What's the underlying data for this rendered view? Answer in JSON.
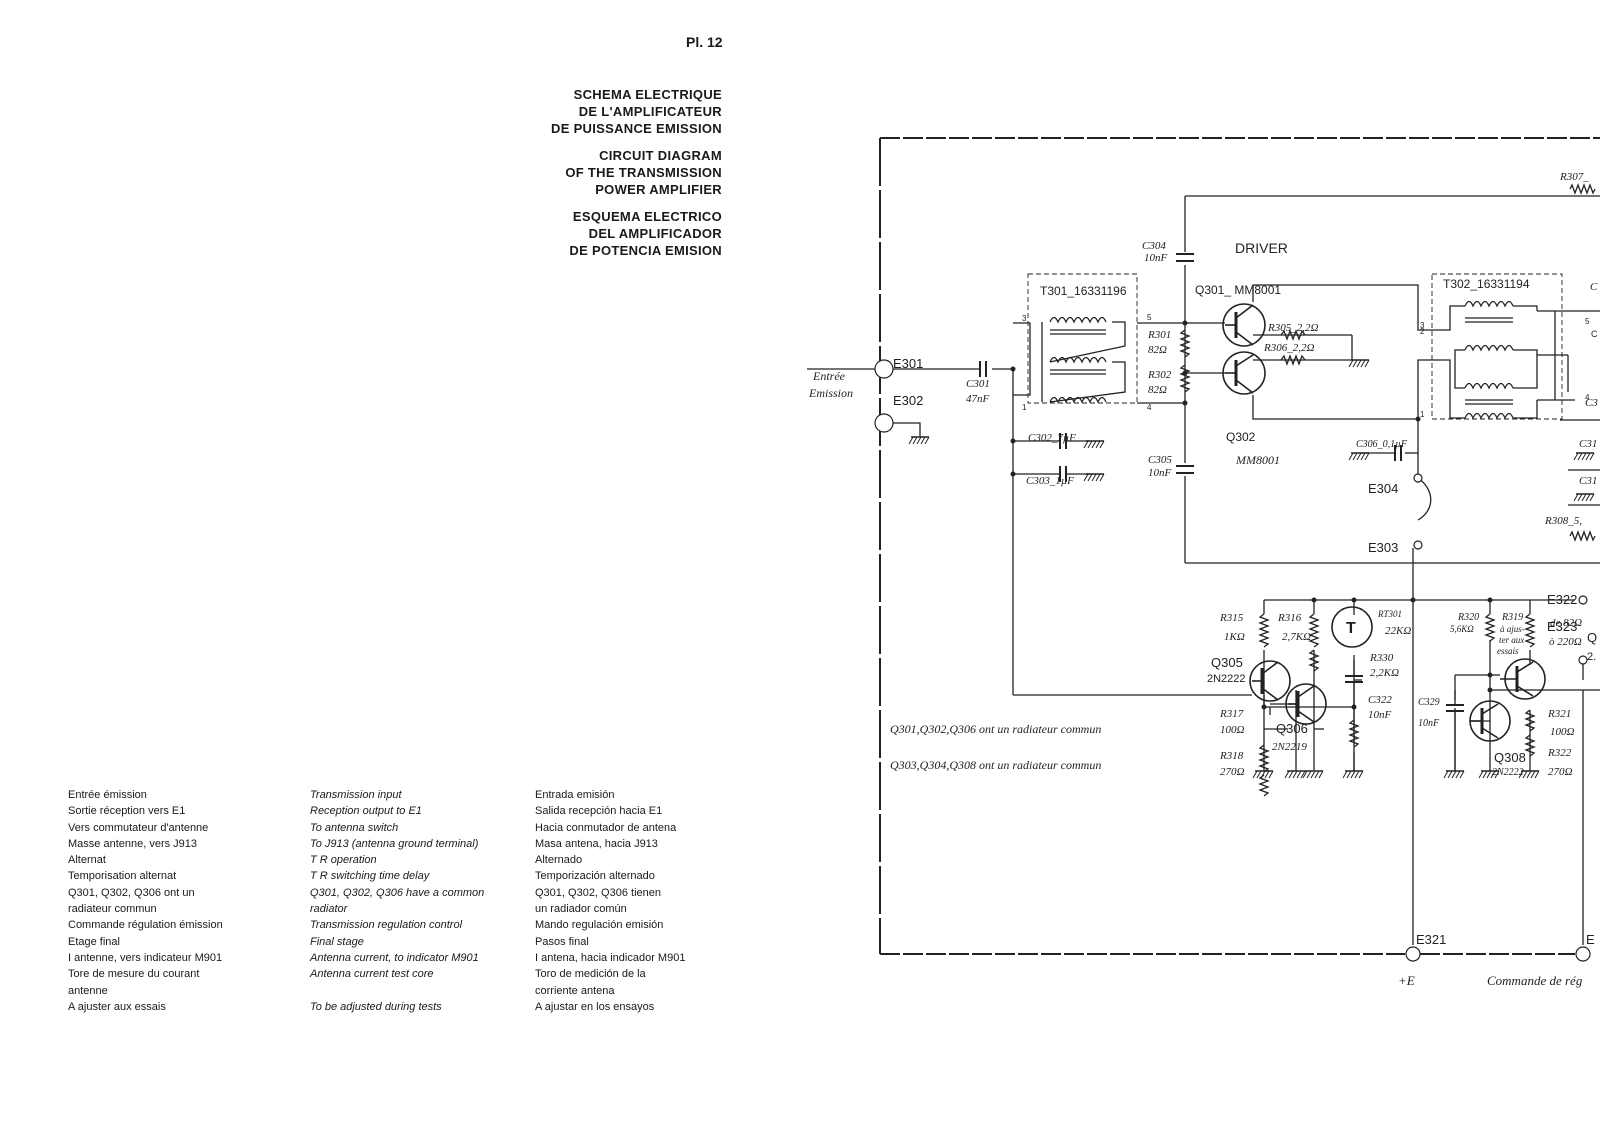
{
  "page": {
    "plate": "Pl. 12",
    "titles": {
      "fr": [
        "SCHEMA ELECTRIQUE",
        "DE L'AMPLIFICATEUR",
        "DE PUISSANCE EMISSION"
      ],
      "en": [
        "CIRCUIT DIAGRAM",
        "OF THE TRANSMISSION",
        "POWER AMPLIFIER"
      ],
      "es": [
        "ESQUEMA ELECTRICO",
        "DEL AMPLIFICADOR",
        "DE POTENCIA EMISION"
      ]
    }
  },
  "legend": {
    "fr": [
      "Entrée émission",
      "Sortie réception vers E1",
      "Vers commutateur d'antenne",
      "Masse antenne, vers J913",
      "Alternat",
      "Temporisation alternat",
      "Q301, Q302, Q306 ont un",
      "radiateur commun",
      "Commande régulation émission",
      "Etage final",
      "I antenne, vers indicateur M901",
      "Tore de mesure du courant",
      "antenne",
      "A ajuster aux essais"
    ],
    "en": [
      "Transmission input",
      "Reception output to E1",
      "To antenna switch",
      "To J913 (antenna ground terminal)",
      "T R operation",
      "T R switching time delay",
      "Q301, Q302, Q306 have a common",
      "radiator",
      "Transmission regulation control",
      "Final stage",
      "Antenna current, to indicator M901",
      "Antenna current test core",
      "",
      "To be adjusted during tests"
    ],
    "es": [
      "Entrada emisión",
      "Salida recepción hacia E1",
      "Hacia conmutador de antena",
      "Masa antena, hacia J913",
      "Alternado",
      "Temporización alternado",
      "Q301, Q302, Q306 tienen",
      "un radiador común",
      "Mando regulación emisión",
      "Pasos final",
      "I antena, hacia indicador M901",
      "Toro de medición de la",
      "corriente antena",
      "A ajustar en los ensayos"
    ]
  },
  "schematic": {
    "input_label": [
      "Entrée",
      "Emission"
    ],
    "driver": "DRIVER",
    "terminals": {
      "e301": "E301",
      "e302": "E302",
      "e303": "E303",
      "e304": "E304",
      "e321": "E321",
      "e322": "E322",
      "e323": "E323",
      "e_right": "E"
    },
    "c304": [
      "C304",
      "10nF"
    ],
    "c305": [
      "C305",
      "10nF"
    ],
    "c301": [
      "C301",
      "47nF"
    ],
    "c302": "C302_7µF",
    "c303": "C303_1µF",
    "c306": "C306_0,1µF",
    "t301": "T301_16331196",
    "t302": "T302_16331194",
    "q301": "Q301_ MM8001",
    "q302": [
      "Q302",
      "MM8001"
    ],
    "r301": [
      "R301",
      "82Ω"
    ],
    "r302": [
      "R302",
      "82Ω"
    ],
    "r305": "R305_2,2Ω",
    "r306": "R306_2,2Ω",
    "r307": "R307_",
    "r308": "R308_5,",
    "r315": [
      "R315",
      "1KΩ"
    ],
    "r316": [
      "R316",
      "2,7KΩ"
    ],
    "rt301": [
      "RT301",
      "22KΩ"
    ],
    "r330": [
      "R330",
      "2,2KΩ"
    ],
    "q305": [
      "Q305",
      "2N2222"
    ],
    "r317": [
      "R317",
      "100Ω"
    ],
    "r318": [
      "R318",
      "270Ω"
    ],
    "q306": [
      "Q306",
      "2N2219"
    ],
    "c322": [
      "C322",
      "10nF"
    ],
    "r320": [
      "R320",
      "5,6KΩ"
    ],
    "r319": [
      "R319",
      "à ajus-",
      "ter aux",
      "essais"
    ],
    "r319_val": [
      "de 82Ω",
      "ò 220Ω"
    ],
    "c329": [
      "C329",
      "10nF"
    ],
    "q308": [
      "Q308",
      "2N2222"
    ],
    "r321": [
      "R321",
      "100Ω"
    ],
    "r322": [
      "R322",
      "270Ω"
    ],
    "note1": "Q301,Q302,Q306 ont un radiateur commun",
    "note2": "Q303,Q304,Q308 ont un radiateur commun",
    "plus_e": "+E",
    "commande": "Commande de rég",
    "edge": [
      "C",
      "C3",
      "C31",
      "C31",
      "Q",
      "2."
    ]
  }
}
